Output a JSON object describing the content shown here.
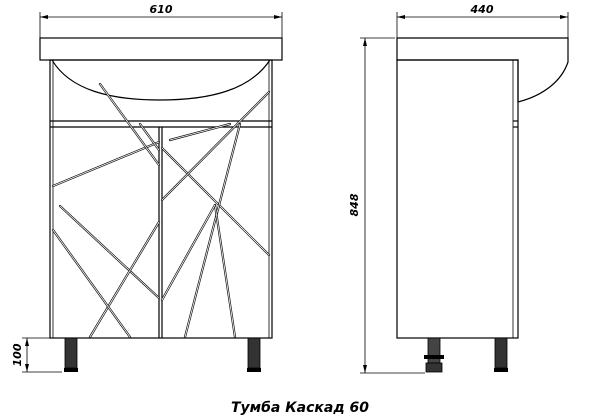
{
  "dimensions": {
    "width_front": "610",
    "depth_side": "440",
    "height_total": "848",
    "leg_height": "100"
  },
  "caption": "Тумба Каскад 60",
  "colors": {
    "line": "#000000",
    "background": "#ffffff"
  }
}
